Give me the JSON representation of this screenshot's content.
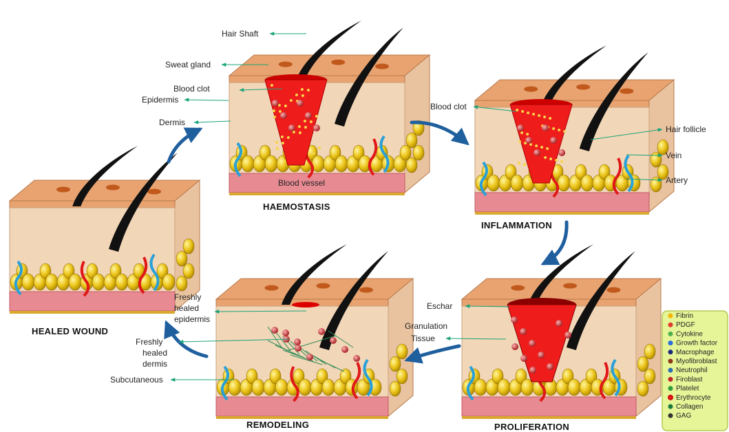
{
  "stages": {
    "haemostasis": "HAEMOSTASIS",
    "inflammation": "INFLAMMATION",
    "proliferation": "PROLIFERATION",
    "remodeling": "REMODELING",
    "healed": "HEALED WOUND"
  },
  "labels": {
    "hair_shaft": "Hair Shaft",
    "sweat_gland": "Sweat gland",
    "blood_clot_1": "Blood clot",
    "epidermis": "Epidermis",
    "dermis": "Dermis",
    "blood_vessel": "Blood vessel",
    "blood_clot_2": "Blood clot",
    "hair_follicle": "Hair follicle",
    "vein": "Vein",
    "artery": "Artery",
    "eschar": "Eschar",
    "granulation_1": "Granulation",
    "granulation_2": "Tissue",
    "fresh_epi_1": "Freshly",
    "fresh_epi_2": "healed",
    "fresh_epi_3": "epidermis",
    "fresh_der_1": "Freshly",
    "fresh_der_2": "healed",
    "fresh_der_3": "dermis",
    "subcutaneous": "Subcutaneous"
  },
  "legend": {
    "items": [
      "Fibrin",
      "PDGF",
      "Cytokine",
      "Growth factor",
      "Macrophage",
      "Myofibroblast",
      "Neutrophil",
      "Firoblast",
      "Platelet",
      "Erythrocyte",
      "Collagen",
      "GAG"
    ]
  },
  "colors": {
    "epidermis": "#e8a370",
    "dermis": "#f2d6b8",
    "fat": "#e8c21e",
    "hypodermis": "#e88a92",
    "clot": "#ef1c1c",
    "arrow": "#1f5f9e",
    "legend_bg": "#e6f598"
  }
}
